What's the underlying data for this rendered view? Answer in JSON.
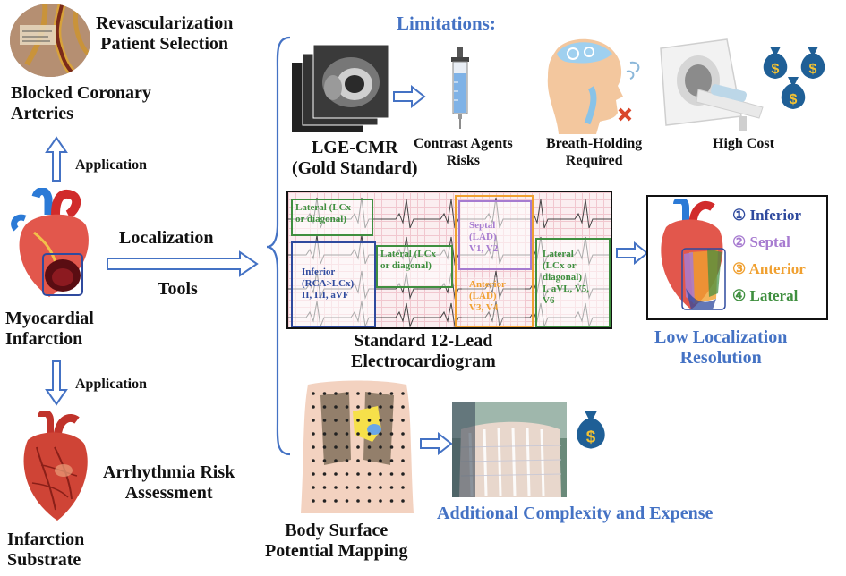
{
  "left": {
    "blocked_arteries": "Blocked Coronary\nArteries",
    "revasc": "Revascularization\nPatient Selection",
    "application_top": "Application",
    "myocardial_infarction": "Myocardial\nInfarction",
    "application_bottom": "Application",
    "infarction_substrate": "Infarction\nSubstrate",
    "arrhythmia": "Arrhythmia Risk\nAssessment"
  },
  "center": {
    "localization": "Localization",
    "tools": "Tools"
  },
  "lge": {
    "title": "LGE-CMR\n(Gold Standard)",
    "limitations": "Limitations:",
    "contrast": "Contrast Agents\nRisks",
    "breath": "Breath-Holding\nRequired",
    "cost": "High Cost"
  },
  "ecg": {
    "title": "Standard 12-Lead\nElectrocardiogram",
    "boxes": {
      "lateral1": "Lateral (LCx\nor diagonal)",
      "lateral2": "Lateral (LCx\nor diagonal)",
      "inferior": "Inferior\n(RCA>LCx)\nII, III, aVF",
      "septal": "Septal\n(LAD)\nV1, V2",
      "anterior": "Anterior\n(LAD)\nV3, V4",
      "lateral3": "Lateral\n(LCx or\ndiagonal)\nI, aVL, V5,\nV6"
    },
    "low_resolution": "Low Localization\nResolution"
  },
  "legend": [
    {
      "num": "①",
      "text": "Inferior",
      "color": "#2f4a9e"
    },
    {
      "num": "②",
      "text": "Septal",
      "color": "#a77bd0"
    },
    {
      "num": "③",
      "text": "Anterior",
      "color": "#f0a030"
    },
    {
      "num": "④",
      "text": "Lateral",
      "color": "#3f8f3f"
    }
  ],
  "bspm": {
    "title": "Body Surface\nPotential Mapping",
    "complexity": "Additional Complexity and Expense"
  },
  "colors": {
    "accent_blue": "#4472c4",
    "inferior": "#2f4a9e",
    "septal": "#a77bd0",
    "anterior": "#f0a030",
    "lateral": "#3f8f3f"
  }
}
